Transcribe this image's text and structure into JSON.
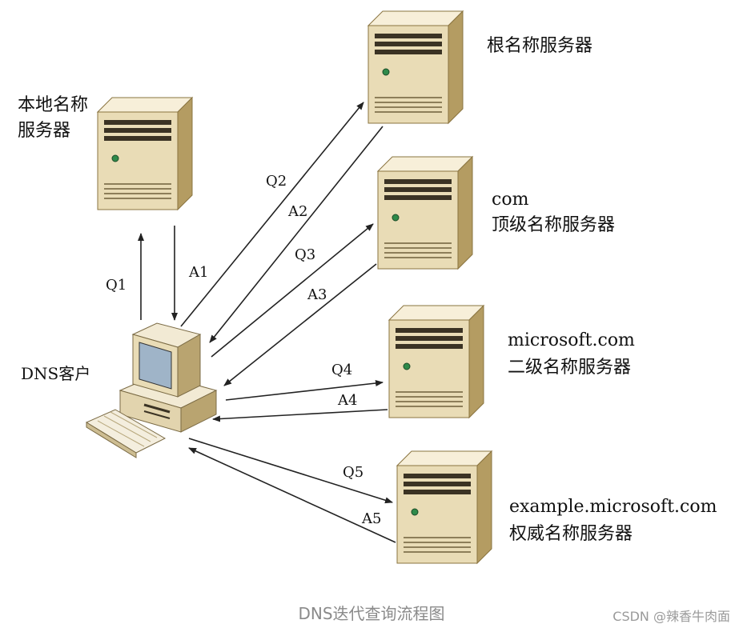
{
  "servers": {
    "local": {
      "line1": "本地名称",
      "line2": "服务器"
    },
    "root": {
      "line1": "根名称服务器"
    },
    "com": {
      "line1": "com",
      "line2": "顶级名称服务器"
    },
    "microsoft": {
      "line1": "microsoft.com",
      "line2": "二级名称服务器"
    },
    "example": {
      "line1": "example.microsoft.com",
      "line2": "权威名称服务器"
    }
  },
  "client": {
    "label": "DNS客户"
  },
  "steps": {
    "q1": "Q1",
    "a1": "A1",
    "q2": "Q2",
    "a2": "A2",
    "q3": "Q3",
    "a3": "A3",
    "q4": "Q4",
    "a4": "A4",
    "q5": "Q5",
    "a5": "A5"
  },
  "caption": "DNS迭代查询流程图",
  "watermark": "CSDN @辣香牛肉面",
  "colors": {
    "tower_light": "#efe4c6",
    "tower_mid": "#d9c79a",
    "tower_dark": "#b49c62",
    "arrow": "#222222"
  }
}
